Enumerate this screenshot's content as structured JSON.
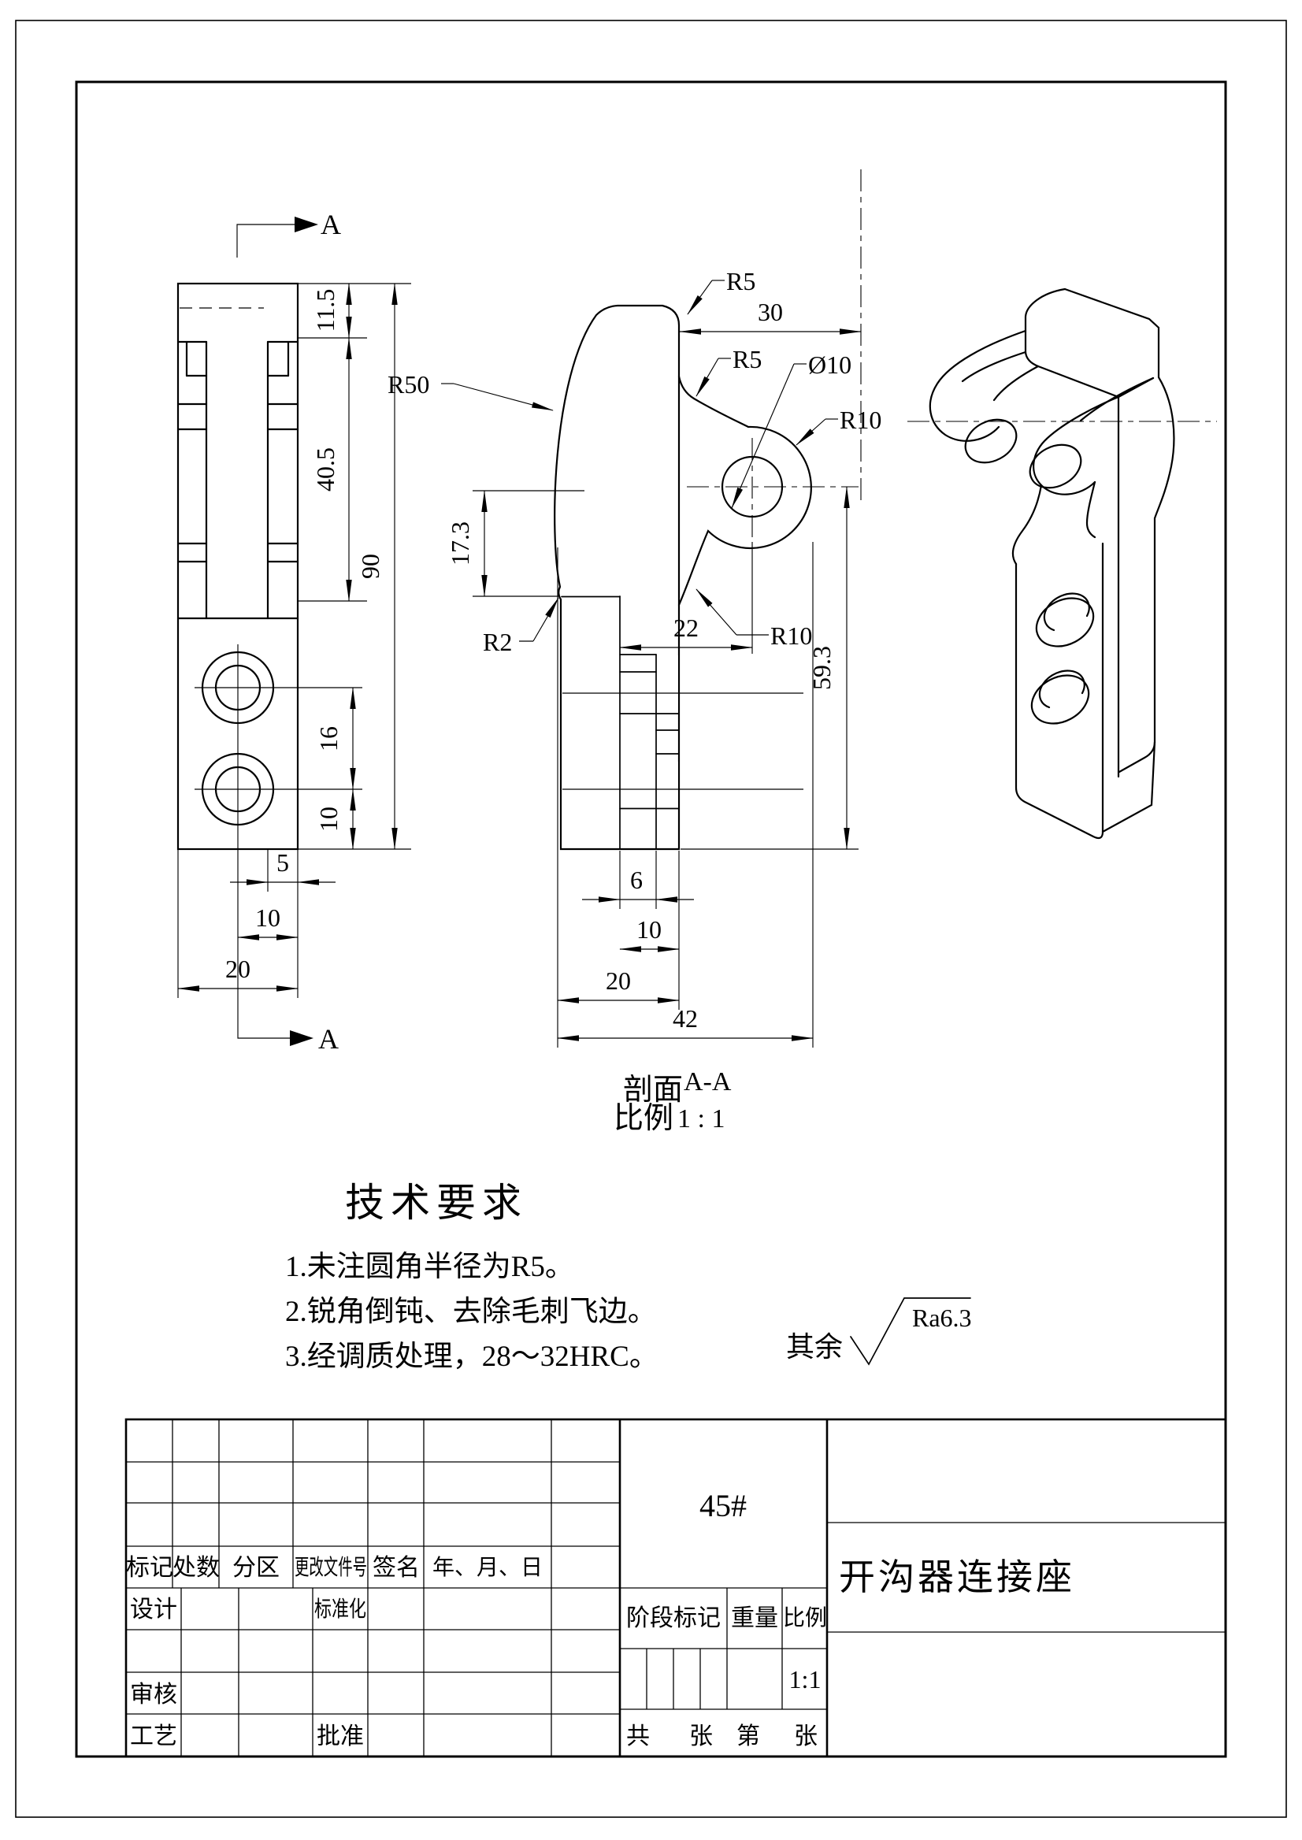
{
  "labels": {
    "a_top": "A",
    "a_bottom": "A",
    "lv_115": "11.5",
    "lv_405": "40.5",
    "lv_90": "90",
    "lv_16": "16",
    "lv_10r": "10",
    "lv_5": "5",
    "lv_10b": "10",
    "lv_20": "20",
    "sv_r5_top": "R5",
    "sv_30": "30",
    "sv_r5_mid": "R5",
    "sv_dia10": "Ø10",
    "sv_r10_top": "R10",
    "sv_r50": "R50",
    "sv_173": "17.3",
    "sv_r2": "R2",
    "sv_22": "22",
    "sv_r10_low": "R10",
    "sv_593": "59.3",
    "sv_6": "6",
    "sv_10": "10",
    "sv_20": "20",
    "sv_42": "42"
  },
  "caption": {
    "section_word": "剖面",
    "section_id": "A-A",
    "scale_word": "比例",
    "scale_value": "1 : 1"
  },
  "tech_requirements": {
    "title": "技术要求",
    "item1": "1.未注圆角半径为R5。",
    "item2": "2.锐角倒钝、去除毛刺飞边。",
    "item3": "3.经调质处理，28～32HRC。"
  },
  "surface_finish": {
    "prefix": "其余",
    "value": "Ra6.3"
  },
  "title_block": {
    "h_biaoji": "标记",
    "h_chushu": "处数",
    "h_fenqu": "分区",
    "h_genggai": "更改文件号",
    "h_qianming": "签名",
    "h_nianyueri": "年、月、日",
    "design": "设计",
    "standardization": "标准化",
    "review": "审核",
    "process": "工艺",
    "approve": "批准",
    "material": "45#",
    "stage": "阶段标记",
    "weight": "重量",
    "scale": "比例",
    "scale_value": "1:1",
    "total_word": "共",
    "sheet_word": "张",
    "number_word": "第",
    "sheet_word2": "张",
    "part_name": "开沟器连接座"
  }
}
